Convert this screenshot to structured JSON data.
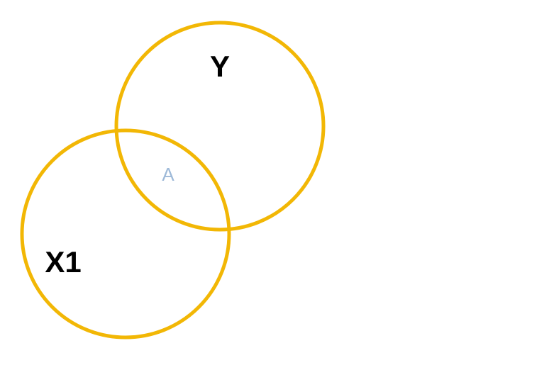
{
  "colors": {
    "circle_stroke": "#F2B705",
    "set_label": "#000000",
    "region_label": "#9DB9D8",
    "background": "#FFFFFF"
  },
  "sets": [
    {
      "id": "y",
      "label": "Y"
    },
    {
      "id": "x1",
      "label": "X1"
    }
  ],
  "regions": [
    {
      "id": "intersection",
      "label": "A"
    }
  ]
}
